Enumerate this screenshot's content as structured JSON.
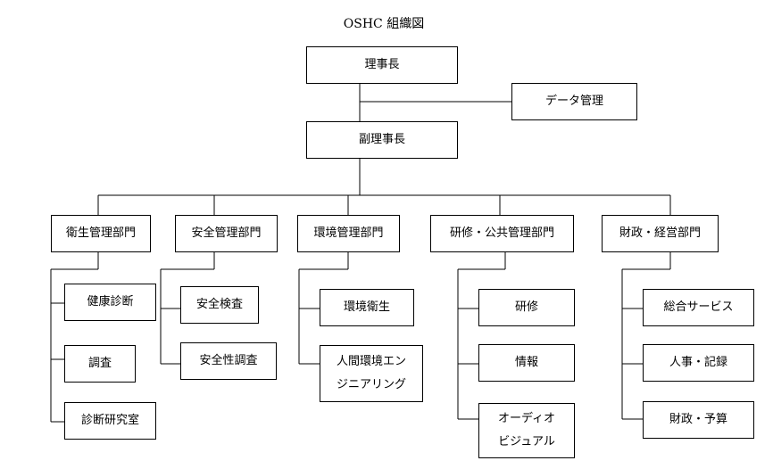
{
  "title": "OSHC 組織図",
  "chairman": "理事長",
  "data_mgmt": "データ管理",
  "vice_chairman": "副理事長",
  "departments": [
    {
      "name": "衛生管理部門",
      "units": [
        "健康診断",
        "調査",
        "診断研究室"
      ]
    },
    {
      "name": "安全管理部門",
      "units": [
        "安全検査",
        "安全性調査"
      ]
    },
    {
      "name": "環境管理部門",
      "units": [
        "環境衛生",
        "人間環境エン",
        "ジニアリング"
      ]
    },
    {
      "name": "研修・公共管理部門",
      "units": [
        "研修",
        "情報",
        "オーディオ",
        "ビジュアル"
      ]
    },
    {
      "name": "財政・経営部門",
      "units": [
        "総合サービス",
        "人事・記録",
        "財政・予算"
      ]
    }
  ]
}
